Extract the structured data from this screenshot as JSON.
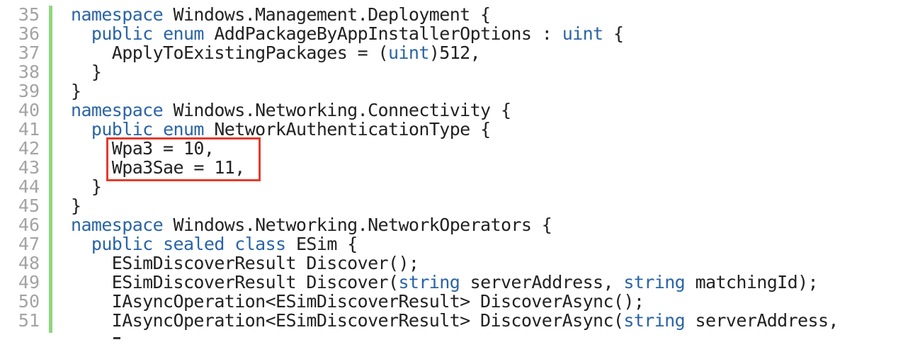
{
  "code_view": {
    "lines": [
      {
        "number": "35",
        "tokens": [
          {
            "text": "namespace",
            "kw": true
          },
          {
            "text": " Windows.Management.Deployment {",
            "kw": false
          }
        ]
      },
      {
        "number": "36",
        "tokens": [
          {
            "text": "  ",
            "kw": false
          },
          {
            "text": "public",
            "kw": true
          },
          {
            "text": " ",
            "kw": false
          },
          {
            "text": "enum",
            "kw": true
          },
          {
            "text": " AddPackageByAppInstallerOptions : ",
            "kw": false
          },
          {
            "text": "uint",
            "kw": true
          },
          {
            "text": " {",
            "kw": false
          }
        ]
      },
      {
        "number": "37",
        "tokens": [
          {
            "text": "    ApplyToExistingPackages = (",
            "kw": false
          },
          {
            "text": "uint",
            "kw": true
          },
          {
            "text": ")512,",
            "kw": false
          }
        ]
      },
      {
        "number": "38",
        "tokens": [
          {
            "text": "  }",
            "kw": false
          }
        ]
      },
      {
        "number": "39",
        "tokens": [
          {
            "text": "}",
            "kw": false
          }
        ]
      },
      {
        "number": "40",
        "tokens": [
          {
            "text": "namespace",
            "kw": true
          },
          {
            "text": " Windows.Networking.Connectivity {",
            "kw": false
          }
        ]
      },
      {
        "number": "41",
        "tokens": [
          {
            "text": "  ",
            "kw": false
          },
          {
            "text": "public",
            "kw": true
          },
          {
            "text": " ",
            "kw": false
          },
          {
            "text": "enum",
            "kw": true
          },
          {
            "text": " NetworkAuthenticationType {",
            "kw": false
          }
        ]
      },
      {
        "number": "42",
        "tokens": [
          {
            "text": "    Wpa3 = 10,",
            "kw": false
          }
        ]
      },
      {
        "number": "43",
        "tokens": [
          {
            "text": "    Wpa3Sae = 11,",
            "kw": false
          }
        ]
      },
      {
        "number": "44",
        "tokens": [
          {
            "text": "  }",
            "kw": false
          }
        ]
      },
      {
        "number": "45",
        "tokens": [
          {
            "text": "}",
            "kw": false
          }
        ]
      },
      {
        "number": "46",
        "tokens": [
          {
            "text": "namespace",
            "kw": true
          },
          {
            "text": " Windows.Networking.NetworkOperators {",
            "kw": false
          }
        ]
      },
      {
        "number": "47",
        "tokens": [
          {
            "text": "  ",
            "kw": false
          },
          {
            "text": "public",
            "kw": true
          },
          {
            "text": " ",
            "kw": false
          },
          {
            "text": "sealed",
            "kw": true
          },
          {
            "text": " ",
            "kw": false
          },
          {
            "text": "class",
            "kw": true
          },
          {
            "text": " ESim {",
            "kw": false
          }
        ]
      },
      {
        "number": "48",
        "tokens": [
          {
            "text": "    ESimDiscoverResult Discover();",
            "kw": false
          }
        ]
      },
      {
        "number": "49",
        "tokens": [
          {
            "text": "    ESimDiscoverResult Discover(",
            "kw": false
          },
          {
            "text": "string",
            "kw": true
          },
          {
            "text": " serverAddress, ",
            "kw": false
          },
          {
            "text": "string",
            "kw": true
          },
          {
            "text": " matchingId);",
            "kw": false
          }
        ]
      },
      {
        "number": "50",
        "tokens": [
          {
            "text": "    IAsyncOperation<ESimDiscoverResult> DiscoverAsync();",
            "kw": false
          }
        ]
      },
      {
        "number": "51",
        "tokens": [
          {
            "text": "    IAsyncOperation<ESimDiscoverResult> DiscoverAsync(",
            "kw": false
          },
          {
            "text": "string",
            "kw": true
          },
          {
            "text": " serverAddress,",
            "kw": false
          }
        ]
      }
    ]
  },
  "colors": {
    "keyword": "#2a64a6",
    "text": "#222222",
    "line_number": "#a3a3a3",
    "gutter_bar": "#8fd77e",
    "highlight_border": "#e33b2e"
  }
}
